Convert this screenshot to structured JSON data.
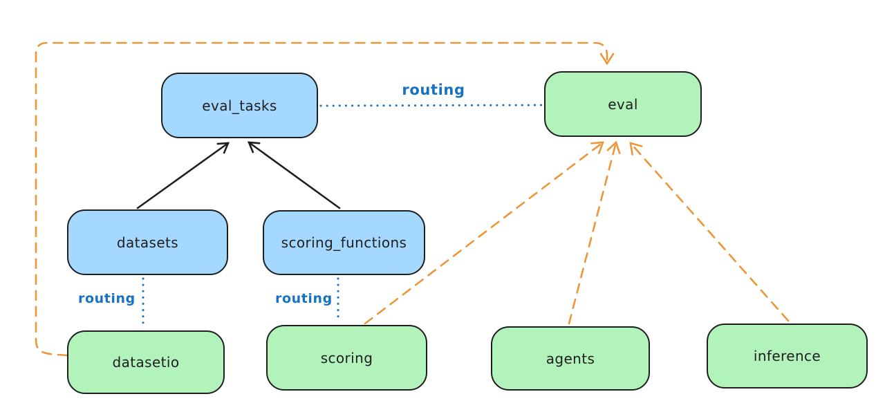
{
  "diagram": {
    "nodes": [
      {
        "id": "eval_tasks",
        "label": "eval_tasks",
        "fill": "blue"
      },
      {
        "id": "eval",
        "label": "eval",
        "fill": "green"
      },
      {
        "id": "datasets",
        "label": "datasets",
        "fill": "blue"
      },
      {
        "id": "scoring_functions",
        "label": "scoring_functions",
        "fill": "blue"
      },
      {
        "id": "datasetio",
        "label": "datasetio",
        "fill": "green"
      },
      {
        "id": "scoring",
        "label": "scoring",
        "fill": "green"
      },
      {
        "id": "agents",
        "label": "agents",
        "fill": "green"
      },
      {
        "id": "inference",
        "label": "inference",
        "fill": "green"
      }
    ],
    "edges": [
      {
        "from": "datasets",
        "to": "eval_tasks",
        "style": "solid",
        "color": "black",
        "arrow": true
      },
      {
        "from": "scoring_functions",
        "to": "eval_tasks",
        "style": "solid",
        "color": "black",
        "arrow": true
      },
      {
        "from": "eval_tasks",
        "to": "eval",
        "style": "dotted",
        "color": "blue",
        "label": "routing"
      },
      {
        "from": "datasets",
        "to": "datasetio",
        "style": "dotted",
        "color": "blue",
        "label": "routing"
      },
      {
        "from": "scoring_functions",
        "to": "scoring",
        "style": "dotted",
        "color": "blue",
        "label": "routing"
      },
      {
        "from": "datasetio",
        "to": "eval",
        "style": "dashed",
        "color": "orange",
        "arrow": true
      },
      {
        "from": "scoring",
        "to": "eval",
        "style": "dashed",
        "color": "orange",
        "arrow": true
      },
      {
        "from": "agents",
        "to": "eval",
        "style": "dashed",
        "color": "orange",
        "arrow": true
      },
      {
        "from": "inference",
        "to": "eval",
        "style": "dashed",
        "color": "orange",
        "arrow": true
      }
    ],
    "colors": {
      "blue_fill": "#a5d8ff",
      "green_fill": "#b2f2bb",
      "node_stroke": "#1e1e1e",
      "routing_blue": "#1971c2",
      "orange": "#eb9639",
      "background": "#ffffff"
    }
  }
}
